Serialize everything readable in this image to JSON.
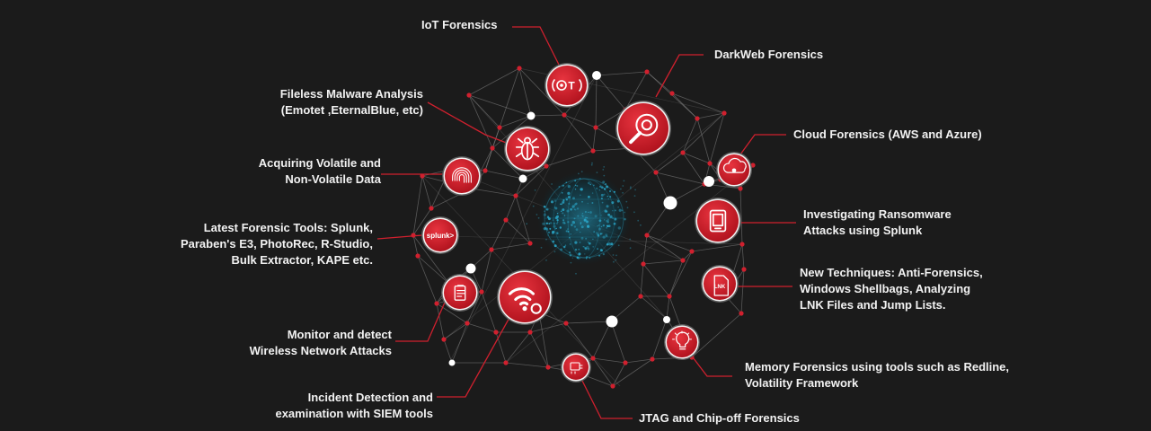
{
  "labels": {
    "iot": [
      "IoT Forensics"
    ],
    "darkweb": [
      "DarkWeb Forensics"
    ],
    "fileless": [
      "Fileless Malware Analysis",
      "(Emotet ,EternalBlue, etc)"
    ],
    "cloud": [
      "Cloud Forensics (AWS and Azure)"
    ],
    "volatile": [
      "Acquiring Volatile and",
      "Non-Volatile  Data"
    ],
    "ransomware": [
      "Investigating Ransomware",
      "Attacks using Splunk"
    ],
    "tools": [
      "Latest Forensic Tools: Splunk,",
      "Paraben's E3, PhotoRec, R-Studio,",
      "Bulk Extractor, KAPE etc."
    ],
    "techniques": [
      "New Techniques: Anti-Forensics,",
      "Windows Shellbags, Analyzing",
      "LNK Files and Jump Lists."
    ],
    "wireless": [
      "Monitor and detect",
      "Wireless Network Attacks"
    ],
    "memory": [
      "Memory Forensics using tools such as Redline,",
      "Volatility Framework"
    ],
    "siem": [
      "Incident Detection and",
      "examination with SIEM tools"
    ],
    "jtag": [
      "JTAG and Chip-off Forensics"
    ]
  },
  "icons": {
    "splunk_text": "splunk>",
    "lnk_text": "LNK",
    "iot_text": "T"
  },
  "colors": {
    "background": "#1b1b1b",
    "accent": "#d0202e",
    "text": "#f2f2f2",
    "mesh": "#8a8a8a",
    "globe": "#2aa7c9"
  }
}
